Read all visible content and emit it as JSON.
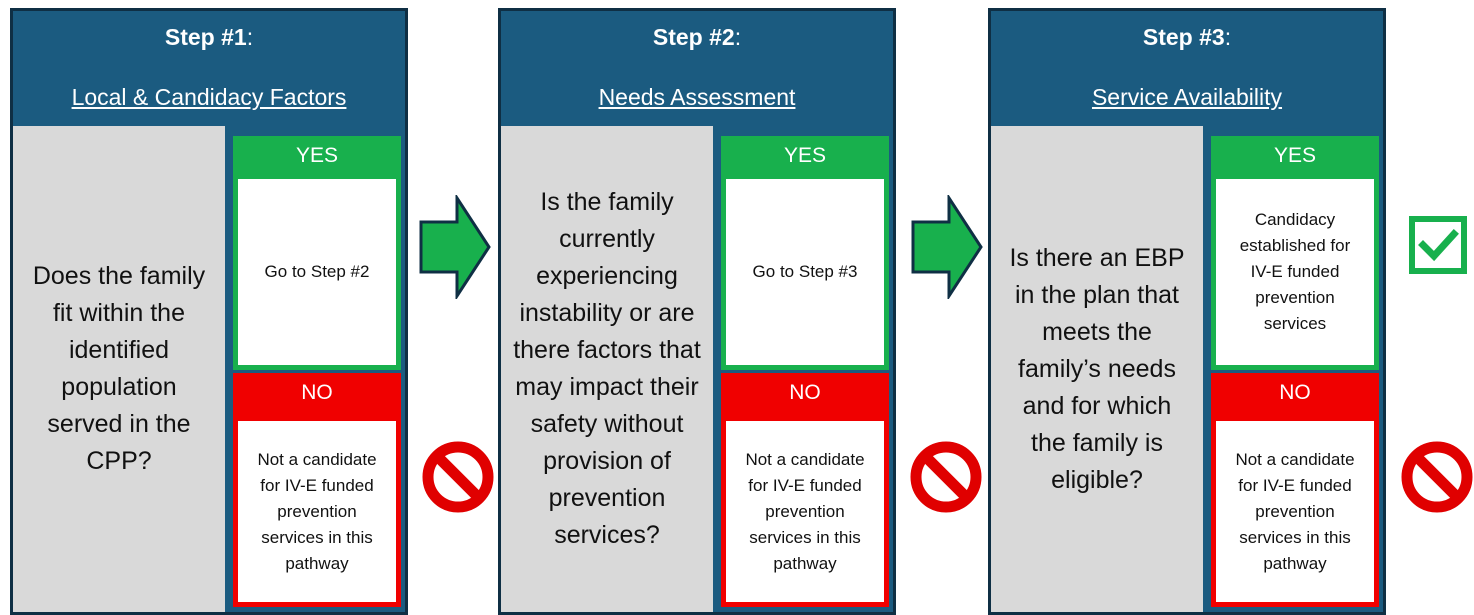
{
  "steps": [
    {
      "title": "Step #1",
      "title_suffix": ":",
      "subtitle": "Local & Candidacy Factors",
      "question": "Does the family fit within the identified population served in the CPP?",
      "yes_label": "YES",
      "yes_text": "Go to Step #2",
      "no_label": "NO",
      "no_text": "Not a candidate for IV-E funded prevention services in this pathway"
    },
    {
      "title": "Step #2",
      "title_suffix": ":",
      "subtitle": "Needs Assessment",
      "question": "Is the family currently experiencing instability or are there factors that may impact their safety without provision of prevention services?",
      "yes_label": "YES",
      "yes_text": "Go to Step #3",
      "no_label": "NO",
      "no_text": "Not a candidate for IV-E funded prevention services in this pathway"
    },
    {
      "title": "Step #3",
      "title_suffix": ":",
      "subtitle": "Service Availability",
      "question": "Is there an EBP in the plan that meets the family’s needs and for which the family is eligible?",
      "yes_label": "YES",
      "yes_text": "Candidacy established for IV-E funded prevention services",
      "no_label": "NO",
      "no_text": "Not a candidate for IV-E funded prevention services in this pathway"
    }
  ],
  "icons": {
    "arrow": "right-arrow-icon",
    "no": "no-entry-icon",
    "check": "checkmark-icon"
  },
  "colors": {
    "header": "#1b5b80",
    "border": "#0f2f44",
    "question_bg": "#d9d9d9",
    "yes": "#18b04d",
    "no": "#f00000",
    "no_sign": "#e00000"
  }
}
